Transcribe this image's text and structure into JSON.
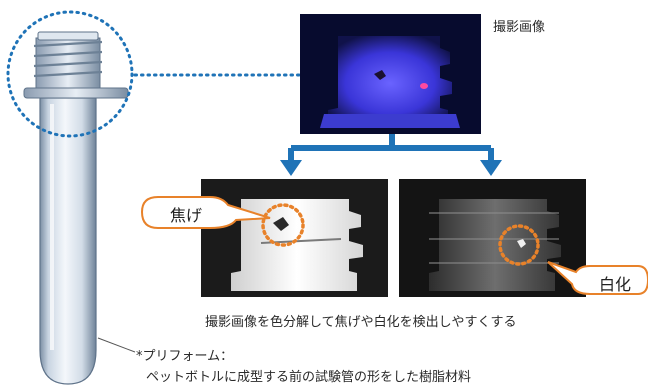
{
  "labels": {
    "captured_image": "撮影画像",
    "scorch": "焦げ",
    "whitening": "白化",
    "caption": "撮影画像を色分解して焦げや白化を検出しやすくする",
    "preform_title": "*プリフォーム：",
    "preform_desc": "ペットボトルに成型する前の試験管の形をした樹脂材料"
  },
  "colors": {
    "arrow": "#1f73b7",
    "dotted_link": "#1f73b7",
    "callout_border": "#e8822a",
    "defect_circle": "#e8822a",
    "callout_fill": "#ffffff"
  },
  "icons": {
    "preform": "preform-test-tube-image",
    "captured": "blue-lit-bottle-neck-photo",
    "scorch_photo": "grayscale-scorch-photo",
    "whitening_photo": "grayscale-whitening-photo"
  }
}
